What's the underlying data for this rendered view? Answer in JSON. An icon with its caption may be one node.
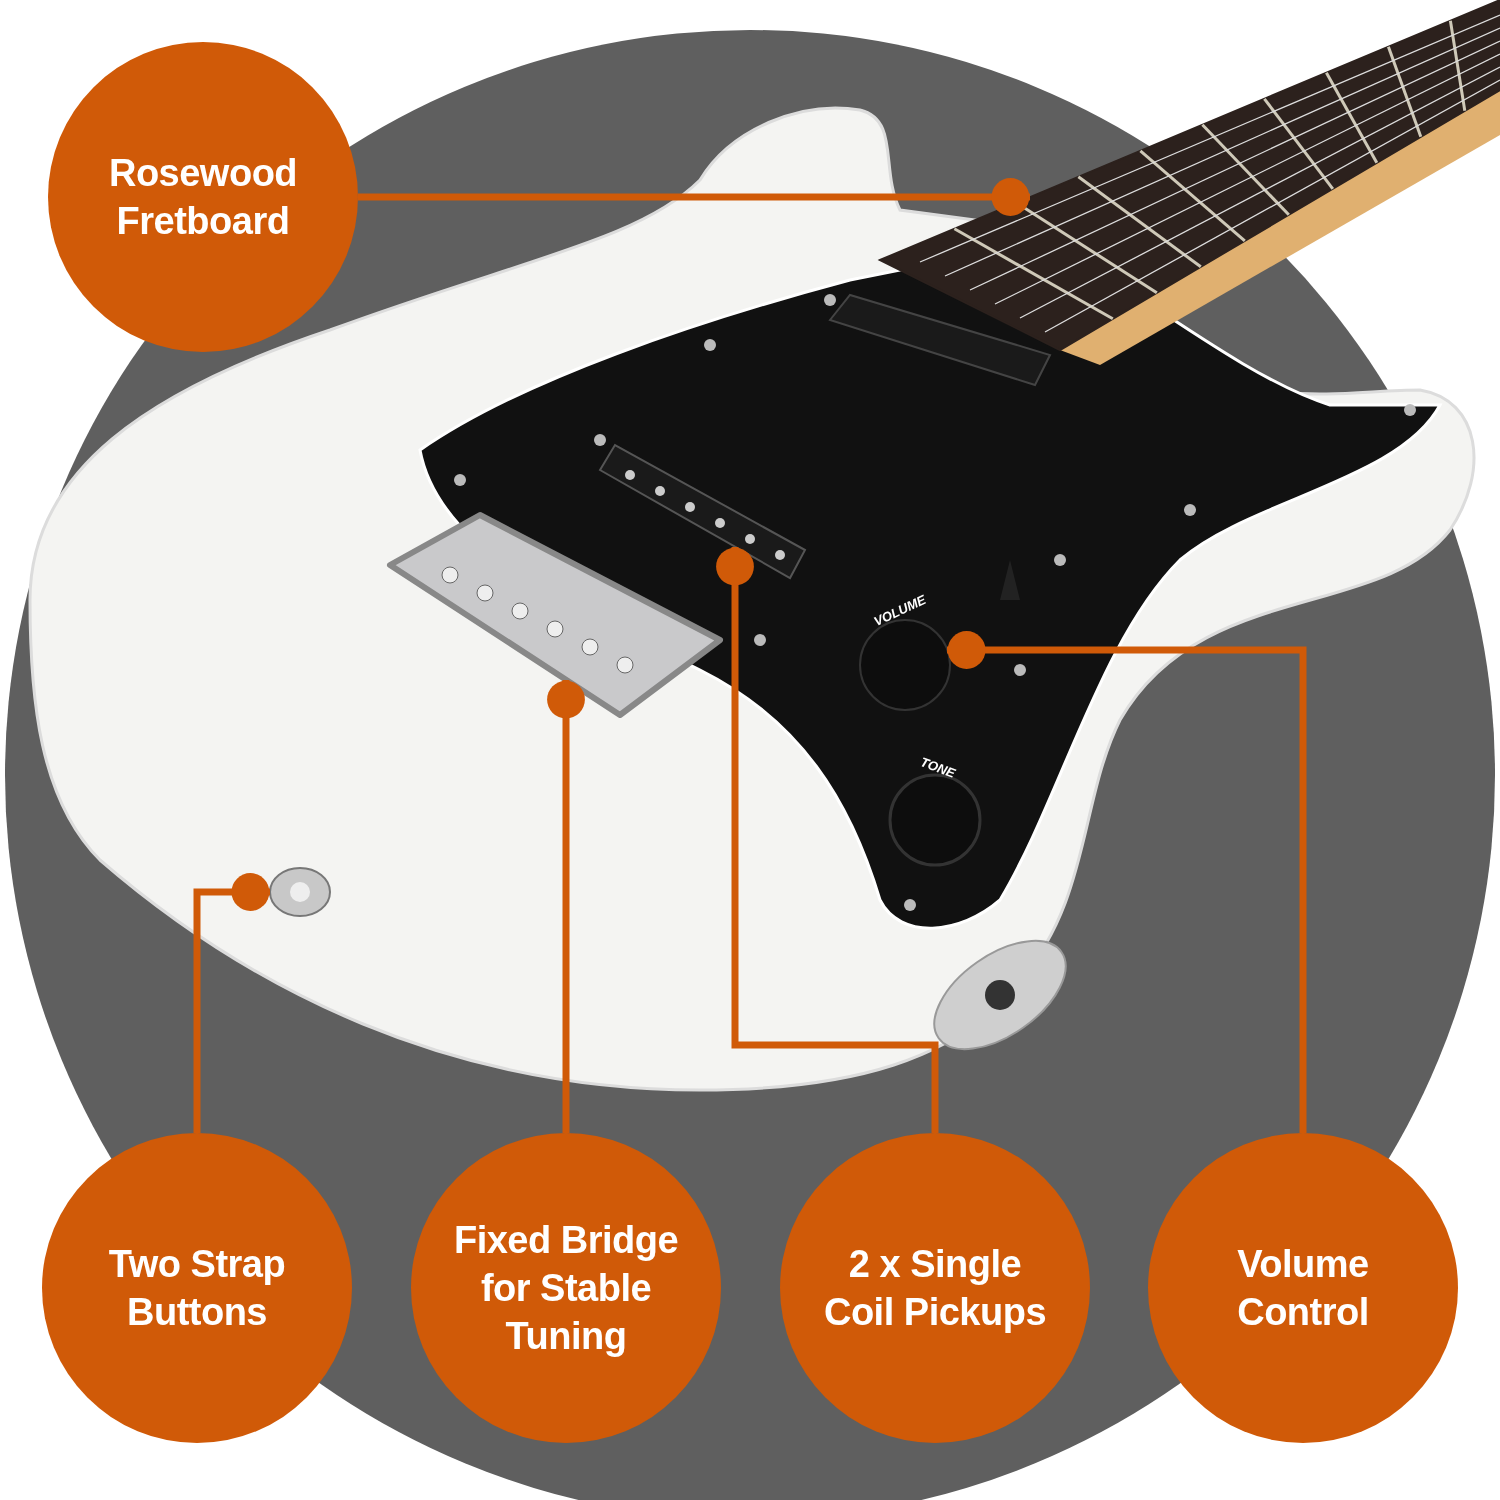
{
  "diagram": {
    "nodes": [
      {
        "text": [
          "Rosewood Fretboard"
        ]
      },
      {
        "text": [],
        "shape": "bar"
      },
      {
        "text": [
          "Two Strap Buttons"
        ]
      },
      {
        "text": [],
        "shape": "circle"
      },
      {
        "text": [
          "Fixed Bridge for Stable Tuning"
        ]
      },
      {
        "text": [],
        "shape": "box"
      },
      {
        "text": [
          "2 x Single Coil Pickups"
        ]
      },
      {
        "text": [],
        "shape": "bar"
      },
      {
        "text": [
          "Volume Control"
        ]
      },
      {
        "text": [],
        "shape": "circle"
      }
    ],
    "edges": [
      {
        "from": 0,
        "to": 1,
        "arrow": "other"
      },
      {
        "from": 2,
        "to": 3,
        "arrow": "other"
      },
      {
        "from": 4,
        "to": 5,
        "arrow": "other"
      },
      {
        "from": 6,
        "to": 7,
        "arrow": "other"
      },
      {
        "from": 8,
        "to": 9,
        "arrow": "other"
      }
    ],
    "labels": [
      "VOLUME",
      "TONE"
    ]
  }
}
